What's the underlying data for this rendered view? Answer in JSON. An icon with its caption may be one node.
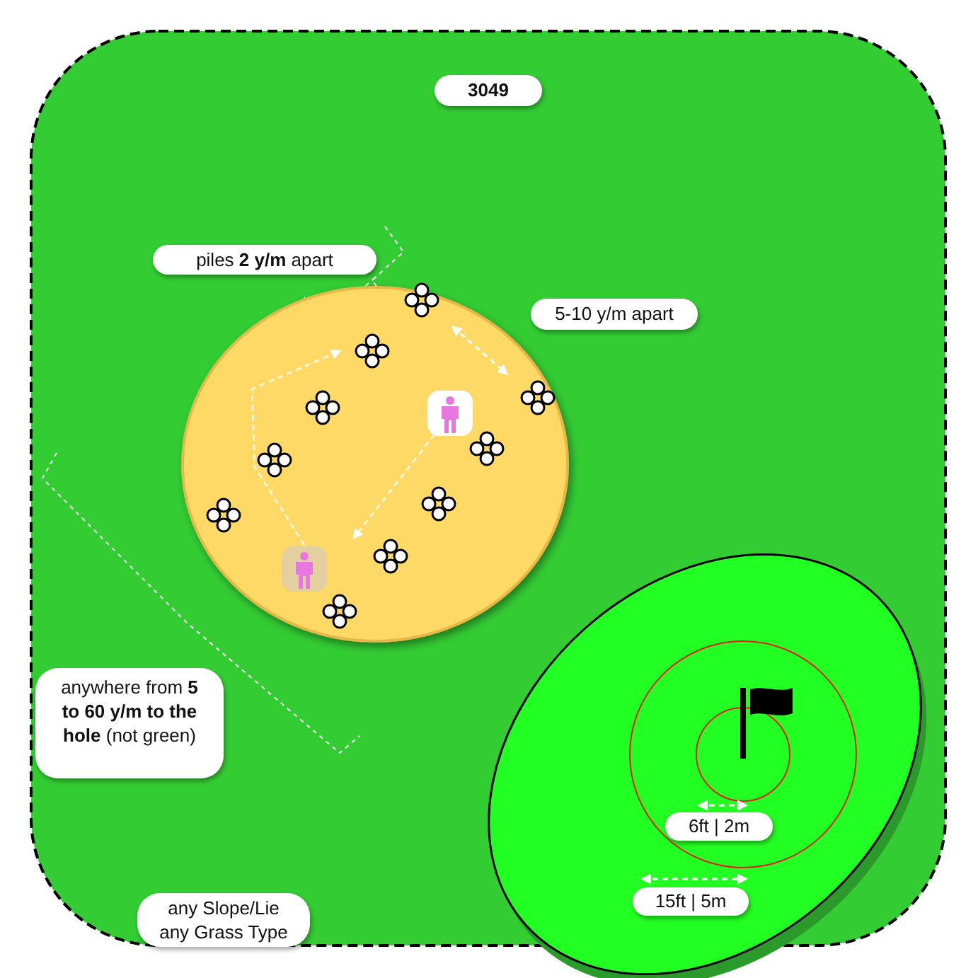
{
  "diagram": {
    "title": "3049",
    "labels": [
      "piles **2 y/m** apart",
      "5-10 y/m apart",
      "anywhere from **5 to 60 y/m to the hole** (not green)",
      "6ft | 2m",
      "15ft | 5m",
      "any Slope/Lie any Grass Type"
    ]
  }
}
